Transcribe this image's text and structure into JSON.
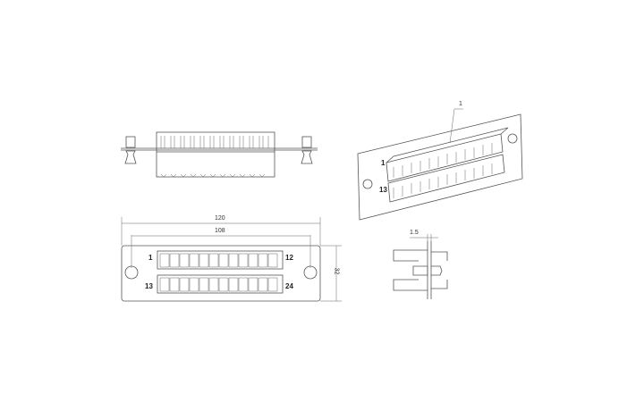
{
  "front_view": {
    "dim_overall_width": "120",
    "dim_hole_spacing": "108",
    "dim_height": "32",
    "port_labels": {
      "top_left": "1",
      "top_right": "12",
      "bottom_left": "13",
      "bottom_right": "24"
    },
    "ports_per_row": 12,
    "rows": 2
  },
  "iso_view": {
    "callout": "1",
    "port_labels": {
      "top_left": "1",
      "bottom_left": "13"
    }
  },
  "side_view": {
    "dim_panel_thickness": "1.5"
  }
}
